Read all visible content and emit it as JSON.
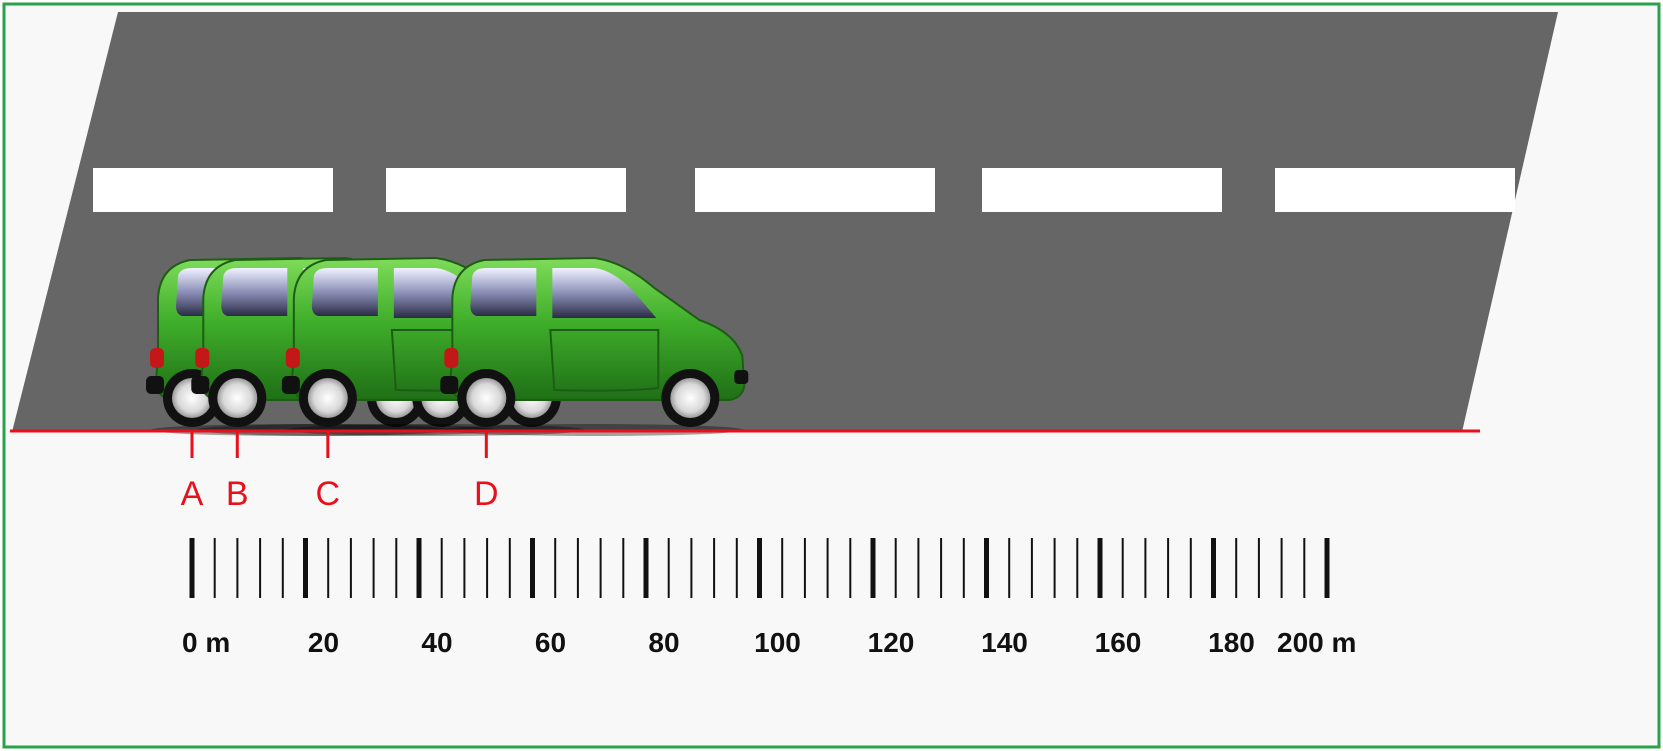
{
  "colors": {
    "road": "#666666",
    "lane_marking": "#ffffff",
    "car_body": "#3fae2a",
    "marker": "#e8101a",
    "scale": "#111111",
    "frame": "#2aa14a"
  },
  "markers": [
    {
      "label": "A",
      "distance_m": 0
    },
    {
      "label": "B",
      "distance_m": 8
    },
    {
      "label": "C",
      "distance_m": 24
    },
    {
      "label": "D",
      "distance_m": 52
    }
  ],
  "cars": [
    {
      "name": "car-at-a",
      "distance_m": 0
    },
    {
      "name": "car-at-b",
      "distance_m": 8
    },
    {
      "name": "car-at-c",
      "distance_m": 24
    },
    {
      "name": "car-at-d",
      "distance_m": 52
    }
  ],
  "scale": {
    "min_m": 0,
    "max_m": 200,
    "minor_step_m": 4,
    "major_step_m": 20,
    "labels": [
      "0 m",
      "20",
      "40",
      "60",
      "80",
      "100",
      "120",
      "140",
      "160",
      "180",
      "200 m"
    ]
  }
}
